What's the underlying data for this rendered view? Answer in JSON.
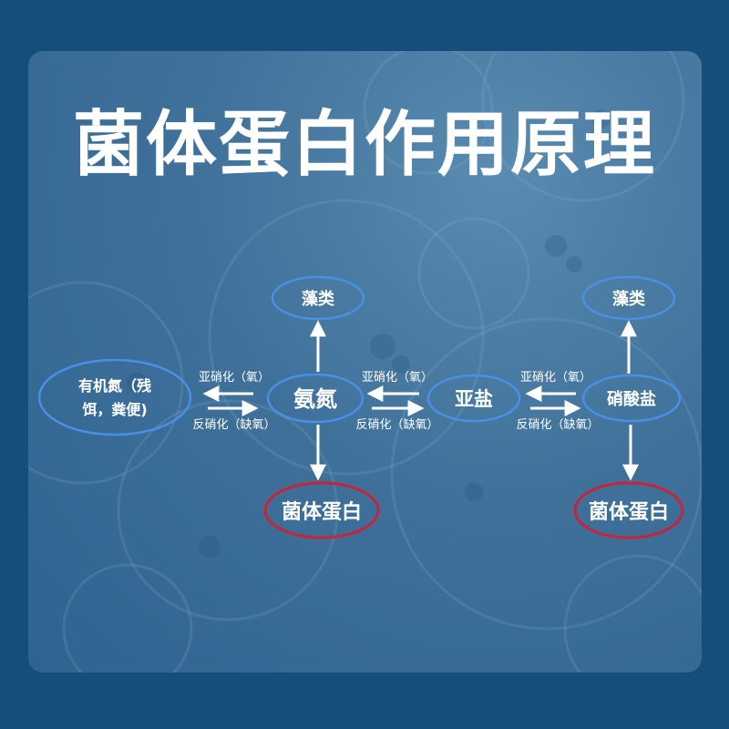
{
  "title": "菌体蛋白作用原理",
  "nodes": {
    "organic_n_line1": "有机氮（残",
    "organic_n_line2": "饵，粪便)",
    "ammonia": "氨氮",
    "nitrite": "亚盐",
    "nitrate": "硝酸盐",
    "algae_left": "藻类",
    "algae_right": "藻类",
    "protein_left": "菌体蛋白",
    "protein_right": "菌体蛋白"
  },
  "edges": {
    "nitrification_1": "亚硝化（氧）",
    "denitrification_1": "反硝化（缺氧）",
    "nitrification_2": "亚硝化（氧）",
    "denitrification_2": "反硝化（缺氧）",
    "nitrification_3": "亚硝化（氧）",
    "denitrification_3": "反硝化（缺氧）"
  },
  "colors": {
    "page_bg": "#154e7b",
    "card_bg": "#3f719a",
    "node_border": "#4a8fe6",
    "highlight_border": "#c8233b",
    "text": "#ffffff"
  }
}
